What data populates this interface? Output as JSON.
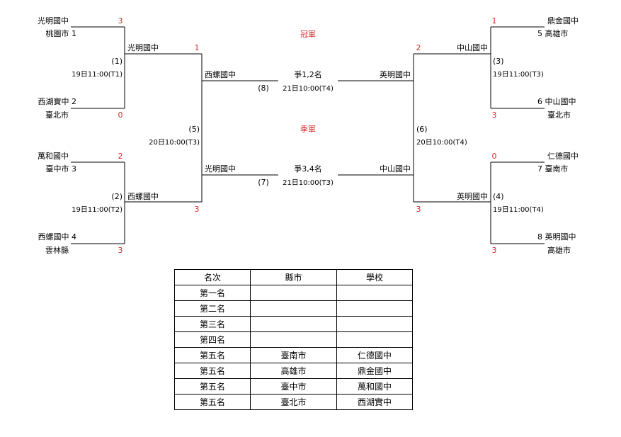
{
  "left": {
    "teams": [
      {
        "name": "光明國中",
        "seed": "桃園市 1",
        "score": "3"
      },
      {
        "name": "西湖實中 2",
        "city": "臺北市",
        "score": "0"
      },
      {
        "name": "萬和國中",
        "seed": "臺中市 3",
        "score": "2"
      },
      {
        "name": "西螺國中 4",
        "city": "雲林縣",
        "score": "3"
      }
    ],
    "match1": {
      "no": "(1)",
      "time": "19日11:00(T1)",
      "winner": "光明國中",
      "score": "1"
    },
    "match2": {
      "no": "(2)",
      "time": "19日11:00(T2)",
      "winner": "西螺國中",
      "score": "3"
    },
    "match5": {
      "no": "(5)",
      "time": "20日10:00(T3)"
    },
    "final_entry": "西螺國中",
    "third_entry": "光明國中"
  },
  "right": {
    "teams": [
      {
        "name": "鼎金國中",
        "seed": "5 高雄市",
        "score": "1"
      },
      {
        "name": "6 中山國中",
        "city": "臺北市",
        "score": "3"
      },
      {
        "name": "仁德國中",
        "seed": "7 臺南市",
        "score": "0"
      },
      {
        "name": "8 英明國中",
        "city": "高雄市",
        "score": "3"
      }
    ],
    "match3": {
      "no": "(3)",
      "time": "19日11:00(T3)",
      "winner": "中山國中",
      "score": "2"
    },
    "match4": {
      "no": "(4)",
      "time": "19日11:00(T4)",
      "winner": "英明國中",
      "score": "3"
    },
    "match6": {
      "no": "(6)",
      "time": "20日10:00(T4)"
    },
    "final_entry": "英明國中",
    "third_entry": "中山國中"
  },
  "center": {
    "champion_label": "冠軍",
    "third_label": "季軍",
    "final": {
      "title": "爭1,2名",
      "no": "(8)",
      "time": "21日10:00(T4)"
    },
    "third": {
      "title": "爭3,4名",
      "no": "(7)",
      "time": "21日10:00(T3)"
    }
  },
  "table": {
    "headers": [
      "名次",
      "縣市",
      "學校"
    ],
    "rows": [
      [
        "第一名",
        "",
        ""
      ],
      [
        "第二名",
        "",
        ""
      ],
      [
        "第三名",
        "",
        ""
      ],
      [
        "第四名",
        "",
        ""
      ],
      [
        "第五名",
        "臺南市",
        "仁德國中"
      ],
      [
        "第五名",
        "高雄市",
        "鼎金國中"
      ],
      [
        "第五名",
        "臺中市",
        "萬和國中"
      ],
      [
        "第五名",
        "臺北市",
        "西湖實中"
      ]
    ]
  },
  "colors": {
    "score": "#d52b2b",
    "line": "#000000"
  }
}
